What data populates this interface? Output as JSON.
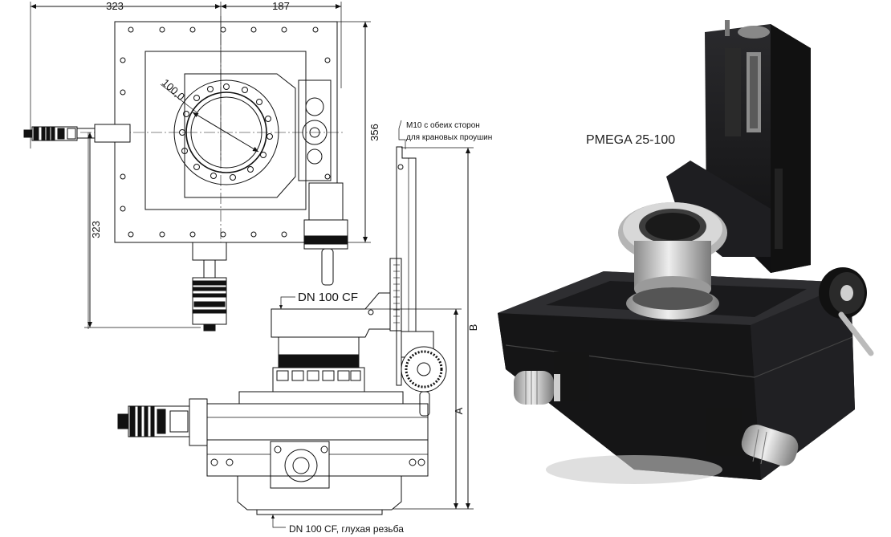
{
  "drawing": {
    "dim_top_left": "323",
    "dim_top_right": "187",
    "dim_diameter": "100,0",
    "dim_height": "356",
    "dim_left": "323",
    "note_line1": "M10 с обеих сторон",
    "note_line2": "для крановых проушин",
    "flange_label": "DN 100 CF",
    "flange_bottom_label": "DN 100 CF, глухая резьба",
    "dim_a": "A",
    "dim_b": "B"
  },
  "product": {
    "name": "PMEGA 25-100"
  },
  "colors": {
    "line": "#111111",
    "render_dark": "#1c1c1e",
    "render_metal": "#c9c9c9"
  }
}
